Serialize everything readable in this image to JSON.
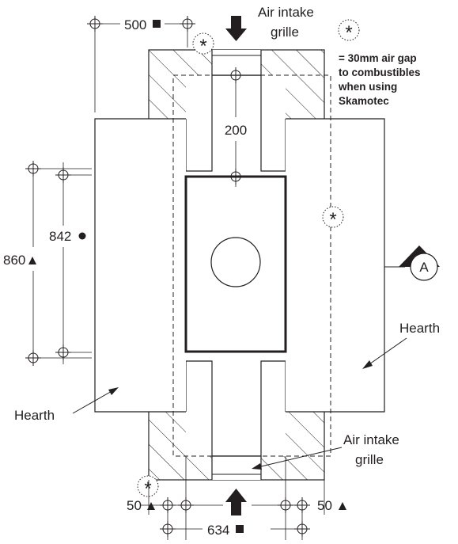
{
  "labels": {
    "dim_top": "500",
    "dim_200": "200",
    "dim_842": "842",
    "dim_860": "860",
    "dim_bottom": "634",
    "dim_50_left": "50",
    "dim_50_right": "50",
    "air_intake_top_1": "Air intake",
    "air_intake_top_2": "grille",
    "air_intake_bottom_1": "Air intake",
    "air_intake_bottom_2": "grille",
    "hearth_right": "Hearth",
    "hearth_left": "Hearth",
    "section_marker": "A",
    "asterisk": "*"
  },
  "legend": {
    "lines": [
      "= 30mm air gap",
      "to combustibles",
      "when using",
      "Skamotec"
    ]
  },
  "colors": {
    "ink": "#231f20",
    "background": "#ffffff"
  }
}
